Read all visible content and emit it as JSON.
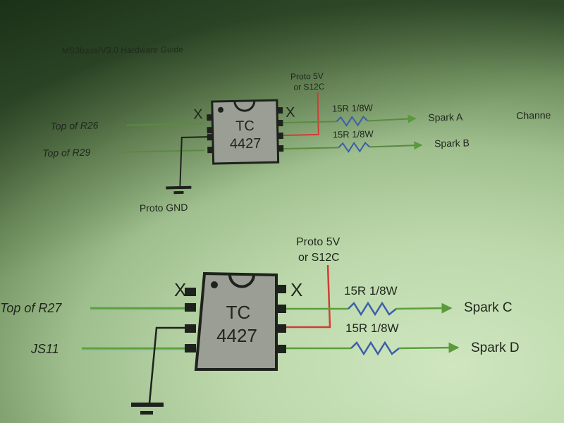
{
  "document": {
    "header_title": "MS3base/V3.0 Hardware Guide",
    "cutoff_side_label": "Channe"
  },
  "diagrams": [
    {
      "chip": {
        "line1": "TC",
        "line2": "4427"
      },
      "no_connect_marks": [
        "X",
        "X"
      ],
      "inputs": [
        {
          "label": "Top of R26"
        },
        {
          "label": "Top of R29"
        }
      ],
      "ground": {
        "label": "Proto GND"
      },
      "supply": {
        "line1": "Proto 5V",
        "line2": "or S12C"
      },
      "outputs": [
        {
          "resistor": "15R 1/8W",
          "label": "Spark A"
        },
        {
          "resistor": "15R 1/8W",
          "label": "Spark B"
        }
      ]
    },
    {
      "chip": {
        "line1": "TC",
        "line2": "4427"
      },
      "no_connect_marks": [
        "X",
        "X"
      ],
      "inputs": [
        {
          "label": "Top of R27"
        },
        {
          "label": "JS11"
        }
      ],
      "ground": {
        "label": ""
      },
      "supply": {
        "line1": "Proto 5V",
        "line2": "or S12C"
      },
      "outputs": [
        {
          "resistor": "15R 1/8W",
          "label": "Spark C"
        },
        {
          "resistor": "15R 1/8W",
          "label": "Spark D"
        }
      ]
    }
  ],
  "colors": {
    "signal_wire": "#5a9a3a",
    "supply_wire": "#d23c34",
    "resistor": "#3c5fa8",
    "chip_fill": "#9a9e94",
    "chip_outline": "#1e221c",
    "ground_wire": "#1e221c"
  }
}
